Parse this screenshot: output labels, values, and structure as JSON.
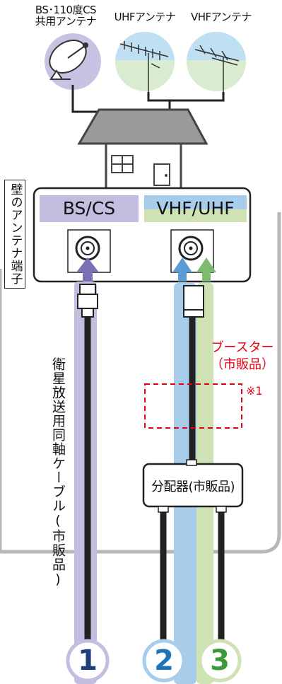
{
  "antennas": {
    "bs_cs_label": "BS･110度CS\n共用アンテナ",
    "uhf_label": "UHFアンテナ",
    "vhf_label": "VHFアンテナ"
  },
  "wall_terminal": {
    "label": "壁のアンテナ端子",
    "bs_cs_port": "BS/CS",
    "vhf_uhf_port": "VHF/UHF"
  },
  "booster": {
    "label_line1": "ブースター",
    "label_line2": "（市販品）",
    "note": "※1"
  },
  "splitter": {
    "label": "分配器(市販品)"
  },
  "cable_label": "衛星放送用同軸ケーブル(市販品)",
  "outputs": [
    "1",
    "2",
    "3"
  ],
  "colors": {
    "bs": "#c3bde0",
    "bs_dark": "#7b6fb5",
    "vhf_uhf_blue": "#a7cdeb",
    "vhf_uhf_green": "#cfe2b4",
    "arrow_blue": "#5d9bd5",
    "arrow_green": "#7dbb6e",
    "red": "#e60012",
    "num1": "#1f3f7a",
    "num2": "#1f74b8",
    "num3": "#3a9b3a"
  }
}
